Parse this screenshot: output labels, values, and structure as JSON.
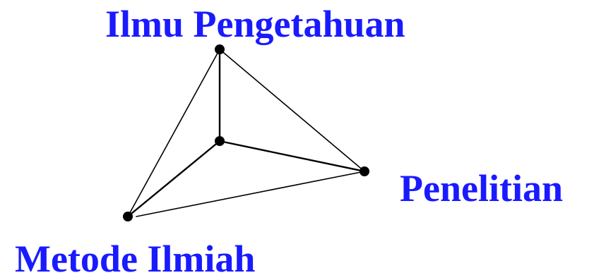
{
  "labels": {
    "top": "Ilmu Pengetahuan",
    "right": "Penelitian",
    "bottom": "Metode Ilmiah"
  },
  "colors": {
    "label": "#1a1aff",
    "edge": "#000000",
    "vertex": "#000000"
  }
}
